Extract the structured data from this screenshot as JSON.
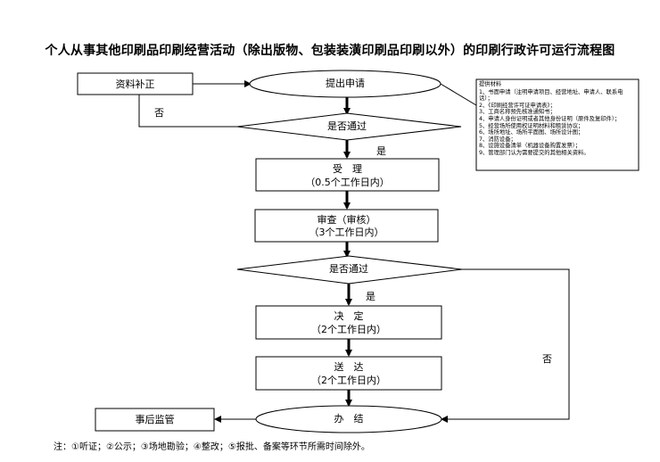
{
  "title": "个人从事其他印刷品印刷经营活动（除出版物、包装装潢印刷品印刷以外）的印刷行政许可运行流程图",
  "nodes": {
    "supplement": "资料补正",
    "submit": "提出申请",
    "check1": "是否通过",
    "accept_title": "受　理",
    "accept_time": "（0.5个工作日内）",
    "review_title": "审查（审核）",
    "review_time": "（3个工作日内）",
    "check2": "是否通过",
    "decide_title": "决　定",
    "decide_time": "（2个工作日内）",
    "deliver_title": "送　达",
    "deliver_time": "（2个工作日内）",
    "finish": "办　结",
    "supervise": "事后监管"
  },
  "labels": {
    "no_top": "否",
    "yes1": "是",
    "yes2": "是",
    "no_right": "否"
  },
  "materials": {
    "heading": "提供材料",
    "items": [
      "1、书面申请（注明申请项目、经营地址、申请人、联系电话）；",
      "2、《印刷经营许可证申请表》；",
      "3、工商名称预先核准通知书；",
      "4、申请人身份证明或者其他身份证明（原件及复印件）；",
      "5、经营场所使用权证明材料和租赁协议；",
      "6、场所地址、场所平面图、场所设计图；",
      "7、消防设备；",
      "8、设施设备清单（机器设备购置发票）；",
      "9、管理部门认为需要提交的其他相关资料。"
    ]
  },
  "footnote": "注：①听证；②公示；③场地勘验；④整改；⑤报批、备案等环节所需时间除外。"
}
